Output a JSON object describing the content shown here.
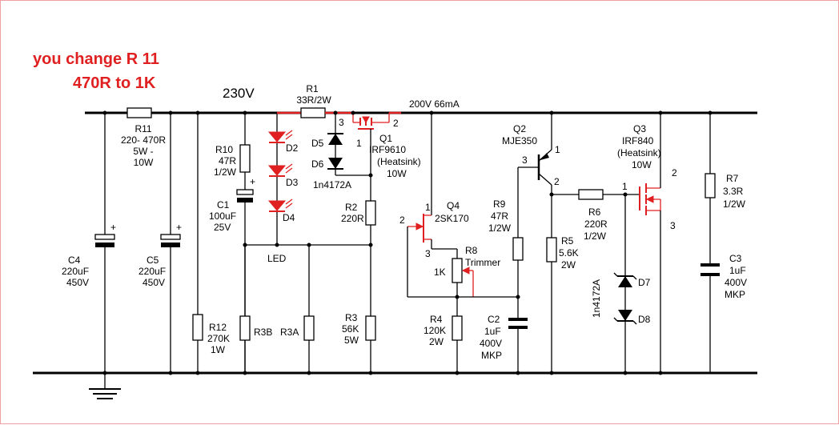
{
  "note": {
    "line1": "you change R 11",
    "line2": "470R to 1K",
    "color": "#e02020"
  },
  "labels": {
    "mains": "230V",
    "rail": "200V  66mA",
    "led": "LED",
    "r1": [
      "R1",
      "33R/2W"
    ],
    "r11": [
      "R11",
      "220- 470R",
      "5W -",
      "10W"
    ],
    "r10": [
      "R10",
      "47R",
      "1/2W"
    ],
    "c1": [
      "C1",
      "100uF",
      "25V"
    ],
    "c4": [
      "C4",
      "220uF",
      "450V"
    ],
    "c5": [
      "C5",
      "220uF",
      "450V"
    ],
    "d2": "D2",
    "d3": "D3",
    "d4": "D4",
    "d5": "D5",
    "d6": "D6",
    "d56": "1n4172A",
    "q1": [
      "Q1",
      "IRF9610",
      "(Heatsink)",
      "10W"
    ],
    "q1pins": [
      "3",
      "2",
      "1"
    ],
    "r2": [
      "R2",
      "220R"
    ],
    "r3": [
      "R3",
      "56K",
      "5W"
    ],
    "r3a": "R3A",
    "r3b": "R3B",
    "r12": [
      "R12",
      "270K",
      "1W"
    ],
    "q4": [
      "Q4",
      "2SK170"
    ],
    "q4pins": [
      "1",
      "2",
      "3"
    ],
    "r8": [
      "R8",
      "Trimmer",
      "1K"
    ],
    "r4": [
      "R4",
      "120K",
      "2W"
    ],
    "c2": [
      "C2",
      "1uF",
      "400V",
      "MKP"
    ],
    "r9": [
      "R9",
      "47R",
      "1/2W"
    ],
    "q2": [
      "Q2",
      "MJE350"
    ],
    "q2pins": [
      "3",
      "1",
      "2"
    ],
    "r5": [
      "R5",
      "5.6K",
      "2W"
    ],
    "r6": [
      "R6",
      "220R",
      "1/2W"
    ],
    "d78": "1n4172A",
    "d7": "D7",
    "d8": "D8",
    "q3": [
      "Q3",
      "IRF840",
      "(Heatsink)",
      "10W"
    ],
    "q3pins": [
      "2",
      "1",
      "3"
    ],
    "r7": [
      "R7",
      "3.3R",
      "1/2W"
    ],
    "c3": [
      "C3",
      "1uF",
      "400V",
      "MKP"
    ],
    "plus": "+"
  }
}
